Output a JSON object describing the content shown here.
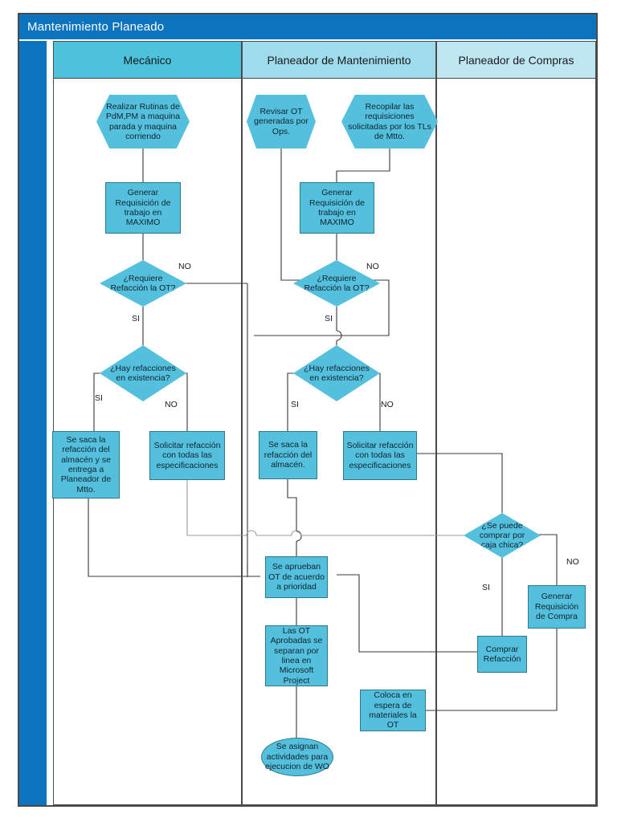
{
  "diagram": {
    "title": "Mantenimiento Planeado",
    "type": "cross-functional-flowchart",
    "colors": {
      "title_bar": "#0c73bf",
      "left_band": "#0c73bf",
      "lane_header_1": "#4cc2dd",
      "lane_header_2": "#9fdbec",
      "lane_header_3": "#bfe7f3",
      "node_fill": "#54c0dd",
      "node_border": "#2b7a8c",
      "frame_border": "#4a4a4a",
      "connector": "#4a4a4a",
      "connector_light": "#9b9b9b"
    }
  },
  "lanes": [
    {
      "id": "lane-mecanico",
      "label": "Mecánico"
    },
    {
      "id": "lane-planeador-mantenimiento",
      "label": "Planeador de Mantenimiento"
    },
    {
      "id": "lane-planeador-compras",
      "label": "Planeador de Compras"
    }
  ],
  "nodes": {
    "n1": {
      "lane": "Mecánico",
      "shape": "hexagon",
      "text": "Realizar Rutinas de PdM,PM a maquina parada y maquina corriendo"
    },
    "n2": {
      "lane": "Mecánico",
      "shape": "process",
      "text": "Generar Requisición de trabajo en MAXIMO"
    },
    "n3": {
      "lane": "Mecánico",
      "shape": "decision",
      "text": "¿Requiere Refacción la OT?"
    },
    "n4": {
      "lane": "Mecánico",
      "shape": "decision",
      "text": "¿Hay refacciones en existencia?"
    },
    "n5": {
      "lane": "Mecánico",
      "shape": "process",
      "text": "Se saca la refacción del almacén y se entrega a Planeador de Mtto."
    },
    "n6": {
      "lane": "Mecánico",
      "shape": "process",
      "text": "Solicitar refacción con todas las especificaciones"
    },
    "n7": {
      "lane": "Planeador de Mantenimiento",
      "shape": "hexagon",
      "text": "Revisar OT generadas por Ops."
    },
    "n8": {
      "lane": "Planeador de Mantenimiento",
      "shape": "hexagon",
      "text": "Recopilar las requisiciones solicitadas por los TLs de Mtto."
    },
    "n9": {
      "lane": "Planeador de Mantenimiento",
      "shape": "process",
      "text": "Generar Requisición de trabajo en MAXIMO"
    },
    "n10": {
      "lane": "Planeador de Mantenimiento",
      "shape": "decision",
      "text": "¿Requiere Refacción la OT?"
    },
    "n11": {
      "lane": "Planeador de Mantenimiento",
      "shape": "decision",
      "text": "¿Hay refacciones en existencia?"
    },
    "n12": {
      "lane": "Planeador de Mantenimiento",
      "shape": "process",
      "text": "Se saca la refacción del almacén."
    },
    "n13": {
      "lane": "Planeador de Mantenimiento",
      "shape": "process",
      "text": "Solicitar refacción con todas las especificaciones"
    },
    "n14": {
      "lane": "Planeador de Mantenimiento",
      "shape": "process",
      "text": "Se aprueban OT de acuerdo a prioridad"
    },
    "n15": {
      "lane": "Planeador de Mantenimiento",
      "shape": "process",
      "text": "Las OT Aprobadas se separan por linea en Microsoft Project"
    },
    "n16": {
      "lane": "Planeador de Mantenimiento",
      "shape": "terminator",
      "text": "Se asignan actividades para ejecucion de WO"
    },
    "n17": {
      "lane": "Planeador de Mantenimiento",
      "shape": "process",
      "text": "Coloca en espera de materiales la OT"
    },
    "n18": {
      "lane": "Planeador de Compras",
      "shape": "decision",
      "text": "¿Se puede comprar por caja chica?"
    },
    "n19": {
      "lane": "Planeador de Compras",
      "shape": "process",
      "text": "Generar Requisición de Compra"
    },
    "n20": {
      "lane": "Planeador de Compras",
      "shape": "process",
      "text": "Comprar Refacción"
    }
  },
  "edge_labels": {
    "e1": "NO",
    "e2": "SI",
    "e3": "SI",
    "e4": "NO",
    "e5": "NO",
    "e6": "SI",
    "e7": "SI",
    "e8": "NO",
    "e9": "NO",
    "e10": "SI"
  }
}
